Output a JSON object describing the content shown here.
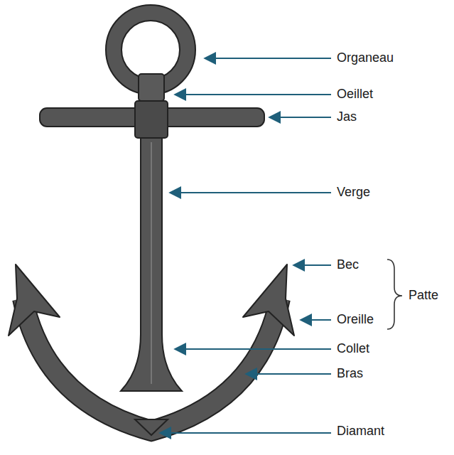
{
  "diagram": {
    "labels": [
      "Organeau",
      "Oeillet",
      "Jas",
      "Verge",
      "Bec",
      "Oreille",
      "Patte",
      "Collet",
      "Bras",
      "Diamant"
    ]
  }
}
